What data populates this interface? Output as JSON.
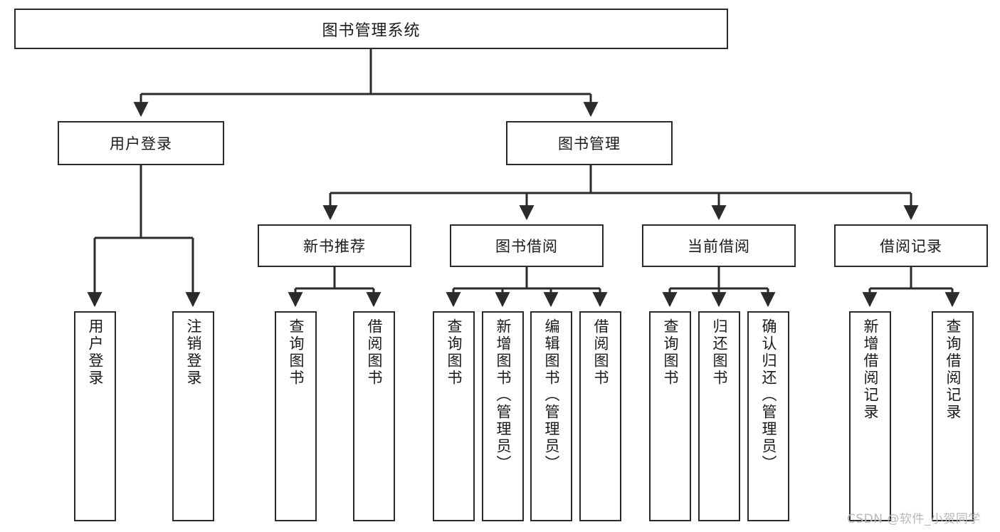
{
  "diagram": {
    "type": "tree-hierarchy-chart",
    "title": "图书管理系统",
    "colors": {
      "box_border": "#2b2b2b",
      "box_fill": "#ffffff",
      "connector": "#2b2b2b",
      "text": "#1a1a1a",
      "watermark": "#b9b9b9",
      "background": "#ffffff"
    },
    "levels": {
      "root": {
        "label": "图书管理系统"
      },
      "level2": [
        {
          "id": "user-login",
          "label": "用户登录"
        },
        {
          "id": "book-manage",
          "label": "图书管理"
        }
      ],
      "level3": [
        {
          "id": "new-book-recommend",
          "label": "新书推荐",
          "parent": "book-manage"
        },
        {
          "id": "book-borrow",
          "label": "图书借阅",
          "parent": "book-manage"
        },
        {
          "id": "current-borrow",
          "label": "当前借阅",
          "parent": "book-manage"
        },
        {
          "id": "borrow-record",
          "label": "借阅记录",
          "parent": "book-manage"
        }
      ],
      "leaves": [
        {
          "id": "leaf-user-login",
          "label": "用户登录",
          "parent": "user-login"
        },
        {
          "id": "leaf-user-logout",
          "label": "注销登录",
          "parent": "user-login"
        },
        {
          "id": "leaf-query-book-1",
          "label": "查询图书",
          "parent": "new-book-recommend"
        },
        {
          "id": "leaf-borrow-book-1",
          "label": "借阅图书",
          "parent": "new-book-recommend"
        },
        {
          "id": "leaf-query-book-2",
          "label": "查询图书",
          "parent": "book-borrow"
        },
        {
          "id": "leaf-add-book",
          "label": "新增图书（管理员）",
          "parent": "book-borrow"
        },
        {
          "id": "leaf-edit-book",
          "label": "编辑图书（管理员）",
          "parent": "book-borrow"
        },
        {
          "id": "leaf-borrow-book-2",
          "label": "借阅图书",
          "parent": "book-borrow"
        },
        {
          "id": "leaf-query-book-3",
          "label": "查询图书",
          "parent": "current-borrow"
        },
        {
          "id": "leaf-return-book",
          "label": "归还图书",
          "parent": "current-borrow"
        },
        {
          "id": "leaf-confirm-return",
          "label": "确认归还（管理员）",
          "parent": "current-borrow"
        },
        {
          "id": "leaf-add-record",
          "label": "新增借阅记录",
          "parent": "borrow-record"
        },
        {
          "id": "leaf-query-record",
          "label": "查询借阅记录",
          "parent": "borrow-record"
        }
      ]
    }
  },
  "watermark": {
    "text": "CSDN @软件_小贺同学"
  }
}
